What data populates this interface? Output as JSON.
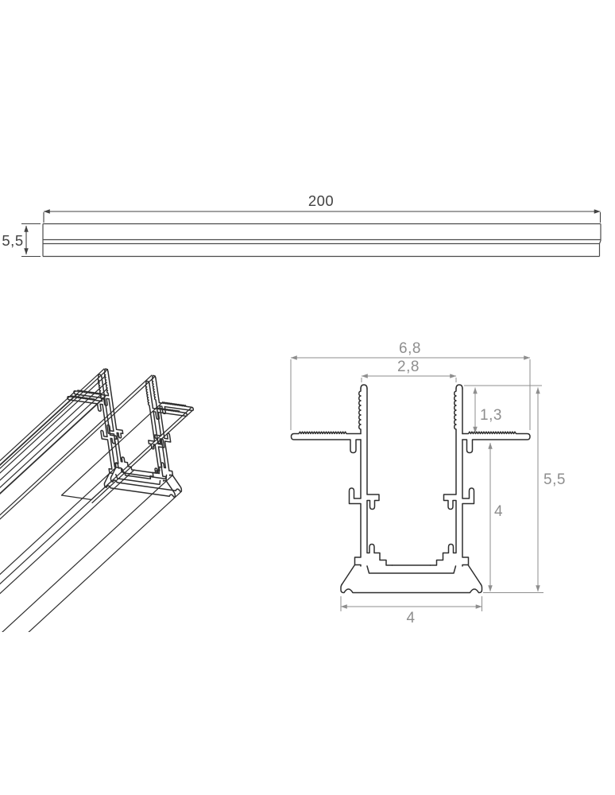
{
  "front_view": {
    "length_label": "200",
    "height_label": "5,5"
  },
  "section_view": {
    "overall_width_label": "6,8",
    "slot_width_label": "2,8",
    "lip_height_label": "1,3",
    "overall_height_label": "5,5",
    "body_height_label": "4",
    "base_width_label": "4"
  },
  "colors": {
    "background": "#ffffff",
    "outline": "#2e2e2e",
    "outline_light": "#4b4b4b",
    "dim_dark": "#424242",
    "dim_gray": "#8e8e8e"
  }
}
